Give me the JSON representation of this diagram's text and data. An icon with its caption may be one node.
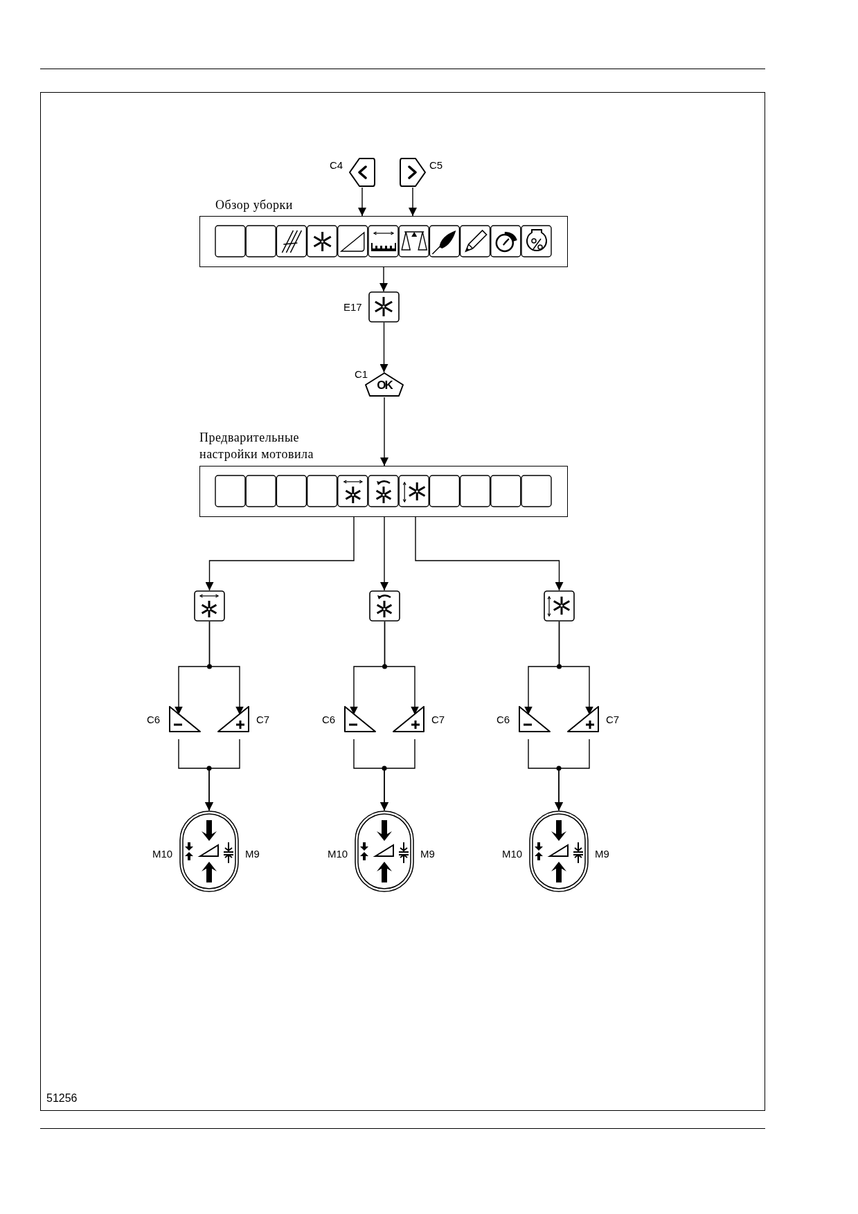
{
  "diagram": {
    "nodes": [
      {
        "text": [],
        "shape": "diamond",
        "beside": [
          "C4"
        ]
      },
      {
        "text": [],
        "shape": "diamond",
        "beside": [
          "C5"
        ]
      },
      {
        "text": [
          "Обзор уборки"
        ]
      },
      {
        "text": [],
        "shape": "box",
        "beside": [
          "E17"
        ]
      },
      {
        "text": [
          "OK"
        ],
        "beside": [
          "C1"
        ]
      },
      {
        "text": [
          "Предварительные настройки мотовила"
        ]
      },
      {
        "text": [],
        "shape": "box"
      },
      {
        "text": [],
        "shape": "box"
      },
      {
        "text": [],
        "shape": "box"
      },
      {
        "text": [],
        "shape": "triangle",
        "beside": [
          "C6"
        ]
      },
      {
        "text": [],
        "shape": "triangle",
        "beside": [
          "C7"
        ]
      },
      {
        "text": [],
        "shape": "triangle",
        "beside": [
          "C6"
        ]
      },
      {
        "text": [],
        "shape": "triangle",
        "beside": [
          "C7"
        ]
      },
      {
        "text": [],
        "shape": "triangle",
        "beside": [
          "C6"
        ]
      },
      {
        "text": [],
        "shape": "triangle",
        "beside": [
          "C7"
        ]
      },
      {
        "text": [],
        "shape": "oval",
        "beside": [
          "M10",
          "M9"
        ]
      },
      {
        "text": [],
        "shape": "oval",
        "beside": [
          "M10",
          "M9"
        ]
      },
      {
        "text": [],
        "shape": "oval",
        "beside": [
          "M10",
          "M9"
        ]
      }
    ],
    "edges": [
      {
        "from": 0,
        "to": 2,
        "arrow": "to"
      },
      {
        "from": 1,
        "to": 2,
        "arrow": "to"
      },
      {
        "from": 2,
        "to": 3,
        "arrow": "to"
      },
      {
        "from": 3,
        "to": 4,
        "arrow": "to"
      },
      {
        "from": 4,
        "to": 5,
        "arrow": "to"
      },
      {
        "from": 5,
        "to": 6,
        "arrow": "to"
      },
      {
        "from": 5,
        "to": 7,
        "arrow": "to"
      },
      {
        "from": 5,
        "to": 8,
        "arrow": "to"
      },
      {
        "from": 6,
        "to": 9,
        "arrow": "to"
      },
      {
        "from": 6,
        "to": 10,
        "arrow": "to"
      },
      {
        "from": 7,
        "to": 11,
        "arrow": "to"
      },
      {
        "from": 7,
        "to": 12,
        "arrow": "to"
      },
      {
        "from": 8,
        "to": 13,
        "arrow": "to"
      },
      {
        "from": 8,
        "to": 14,
        "arrow": "to"
      },
      {
        "from": 9,
        "to": 15,
        "arrow": "to"
      },
      {
        "from": 10,
        "to": 15,
        "arrow": "to"
      },
      {
        "from": 11,
        "to": 16,
        "arrow": "to"
      },
      {
        "from": 12,
        "to": 16,
        "arrow": "to"
      },
      {
        "from": 13,
        "to": 17,
        "arrow": "to"
      },
      {
        "from": 14,
        "to": 17,
        "arrow": "to"
      }
    ],
    "labels": [
      "51256"
    ]
  }
}
